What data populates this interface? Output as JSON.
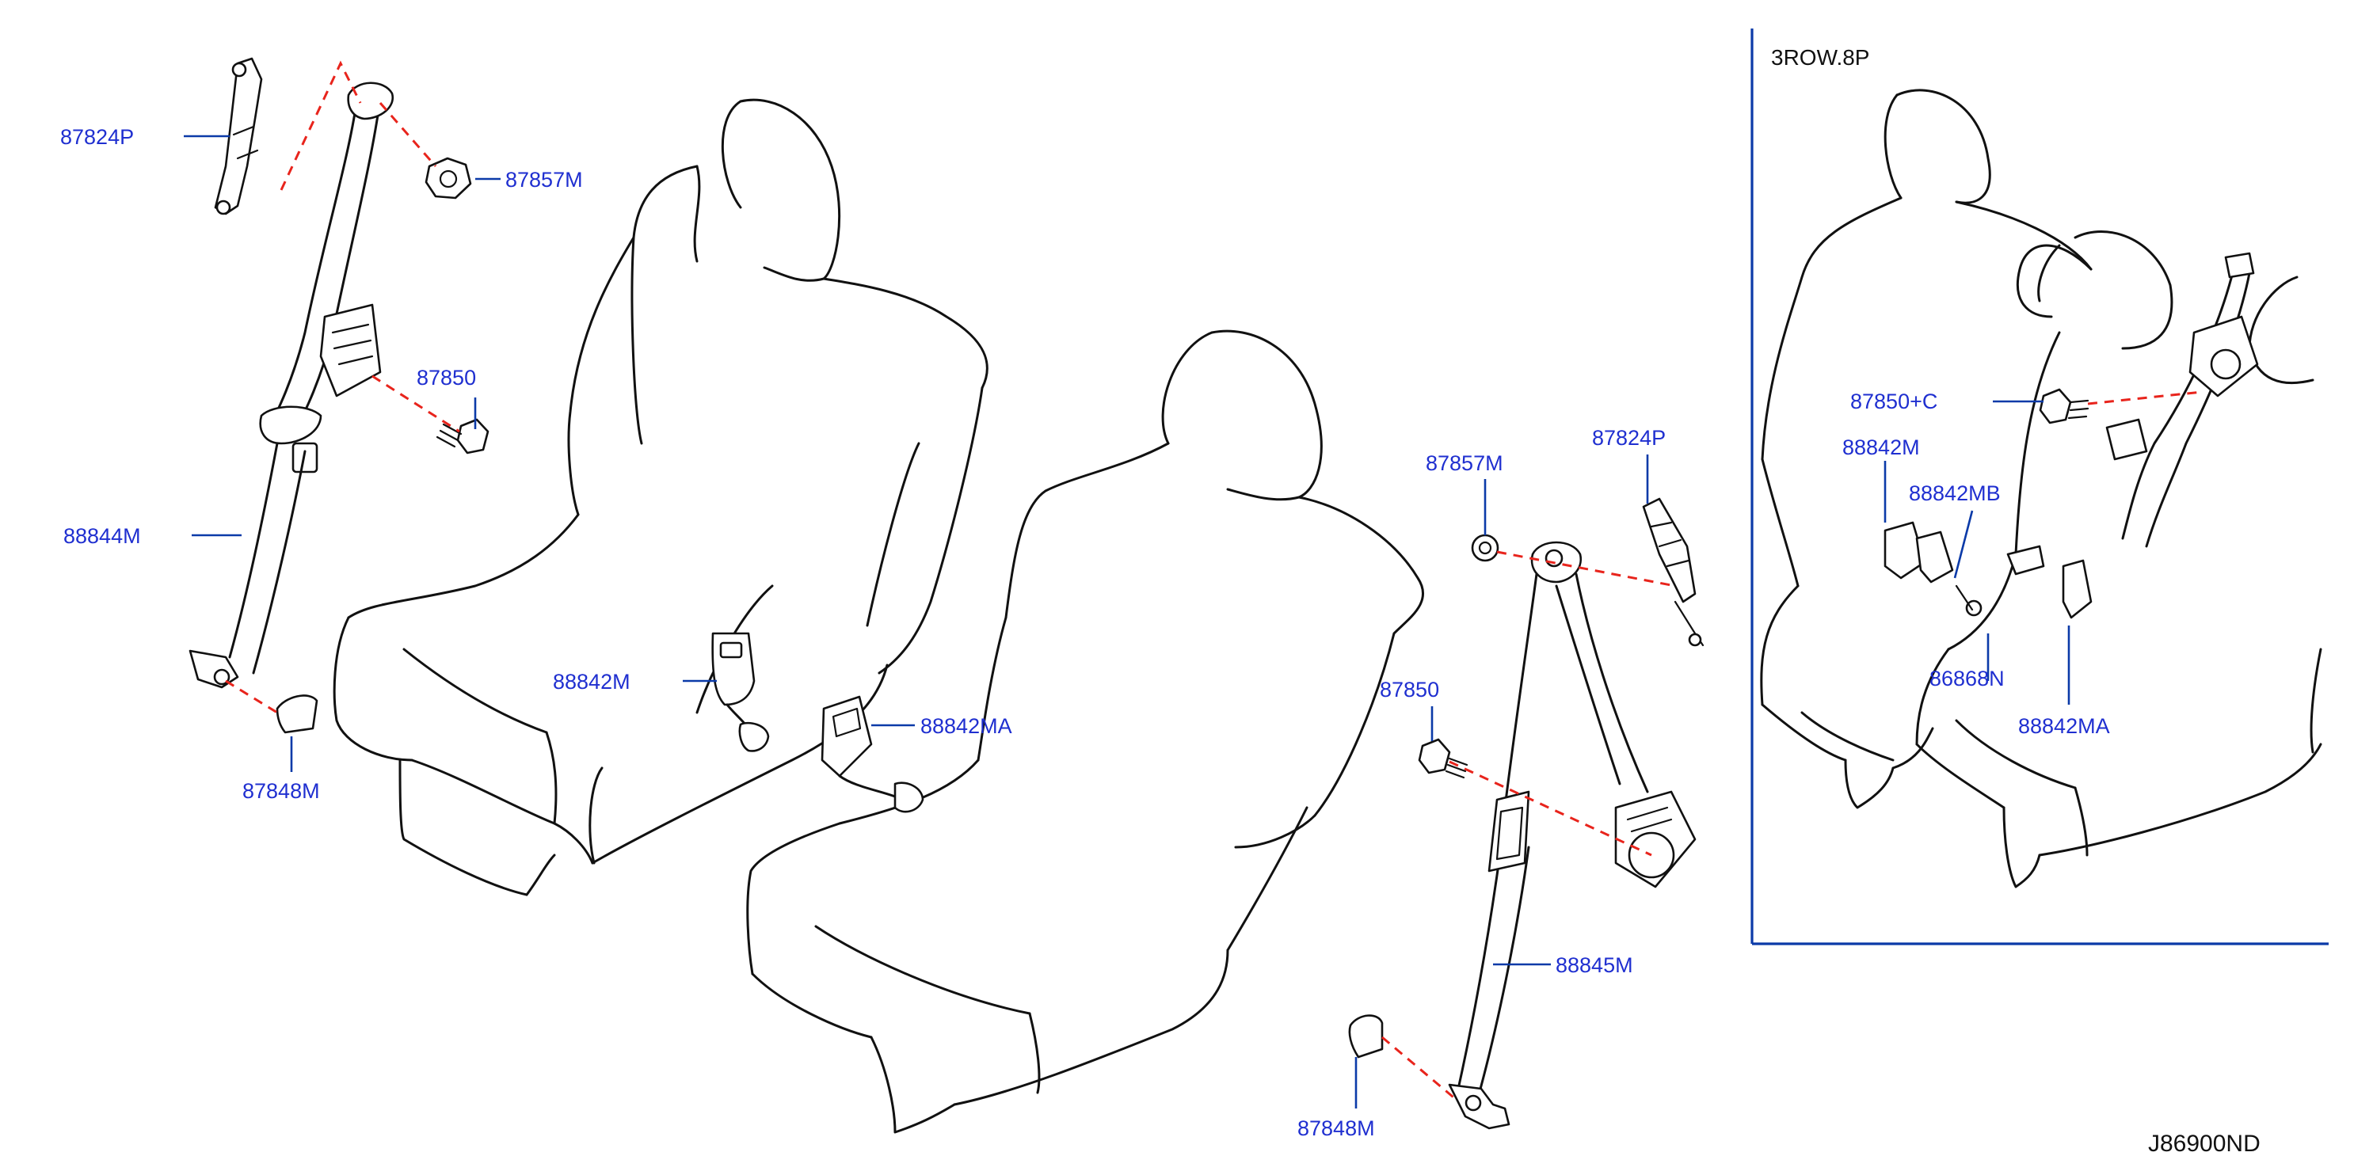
{
  "inset": {
    "title": "3ROW.8P"
  },
  "diagram_code": "J86900ND",
  "callouts": [
    {
      "id": "c1",
      "text": "87824P"
    },
    {
      "id": "c2",
      "text": "87857M"
    },
    {
      "id": "c3",
      "text": "87850"
    },
    {
      "id": "c4",
      "text": "88844M"
    },
    {
      "id": "c5",
      "text": "87848M"
    },
    {
      "id": "c6",
      "text": "88842M"
    },
    {
      "id": "c7",
      "text": "88842MA"
    },
    {
      "id": "c8",
      "text": "87857M"
    },
    {
      "id": "c9",
      "text": "87824P"
    },
    {
      "id": "c10",
      "text": "87850"
    },
    {
      "id": "c11",
      "text": "88845M"
    },
    {
      "id": "c12",
      "text": "87848M"
    },
    {
      "id": "c13",
      "text": "87850+C"
    },
    {
      "id": "c14",
      "text": "88842M"
    },
    {
      "id": "c15",
      "text": "88842MB"
    },
    {
      "id": "c16",
      "text": "86868N"
    },
    {
      "id": "c17",
      "text": "88842MA"
    }
  ],
  "colors": {
    "callout_text": "#1f2fd0",
    "leader_line": "#0b3aa8",
    "connector_dash": "#e8241c",
    "outline": "#111111"
  }
}
